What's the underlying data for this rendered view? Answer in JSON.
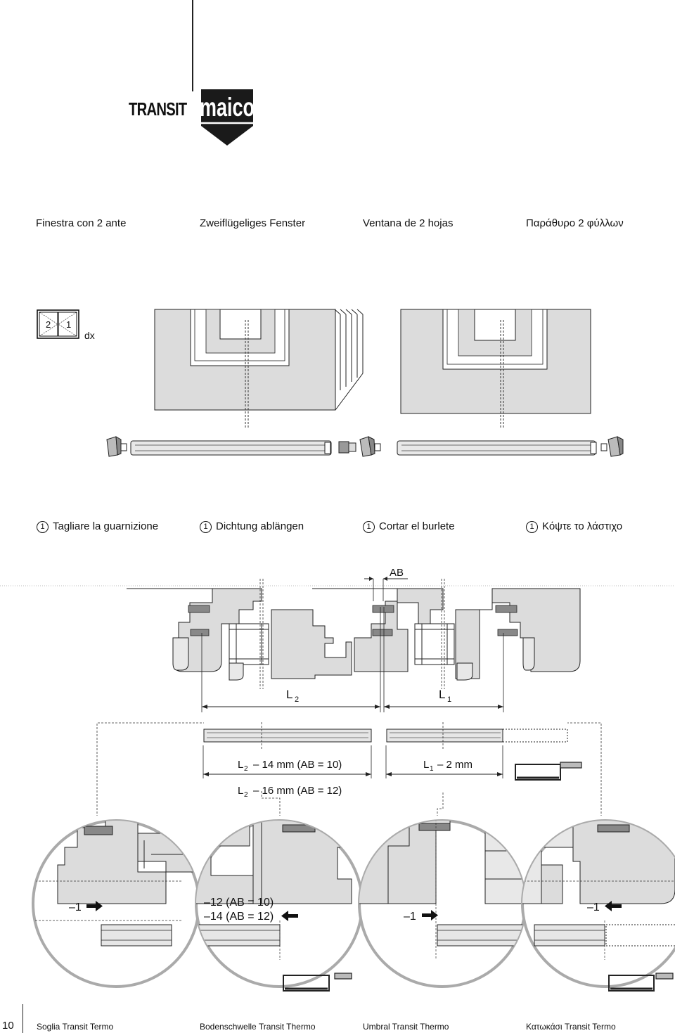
{
  "brand": {
    "product": "TRANSIT",
    "logo_text": "maico"
  },
  "headings": [
    "Finestra con 2 ante",
    "Zweiflügeliges Fenster",
    "Ventana de 2 hojas",
    "Παράθυρο 2 φύλλων"
  ],
  "window_icon": {
    "left_label": "2",
    "right_label": "1",
    "side": "dx"
  },
  "step": {
    "number": "1",
    "labels": [
      "Tagliare la guarnizione",
      "Dichtung ablängen",
      "Cortar el burlete",
      "Κόψτε το λάστιχο"
    ]
  },
  "section": {
    "gap_label": "AB",
    "l2_label": "L",
    "l2_sub": "2",
    "l1_label": "L",
    "l1_sub": "1",
    "cut_l2_a_pre": "L",
    "cut_l2_a_sub": "2",
    "cut_l2_a_post": "– 14 mm (AB = 10)",
    "cut_l2_b_pre": "L",
    "cut_l2_b_sub": "2",
    "cut_l2_b_post": "– 16 mm (AB = 12)",
    "cut_l1_pre": "L",
    "cut_l1_sub": "1",
    "cut_l1_post": "– 2 mm"
  },
  "details": {
    "d1": "–1",
    "d2_a": "–12 (AB = 10)",
    "d2_b": "–14 (AB = 12)",
    "d3": "–1",
    "d4": "–1"
  },
  "footer": {
    "page": "10",
    "items": [
      "Soglia Transit Termo",
      "Bodenschwelle Transit Thermo",
      "Umbral Transit Thermo",
      "Κατωκάσι Transit Termo"
    ]
  },
  "colors": {
    "panel": "#dcdcdc",
    "outline": "#222222",
    "logo": "#1a1a1a"
  }
}
